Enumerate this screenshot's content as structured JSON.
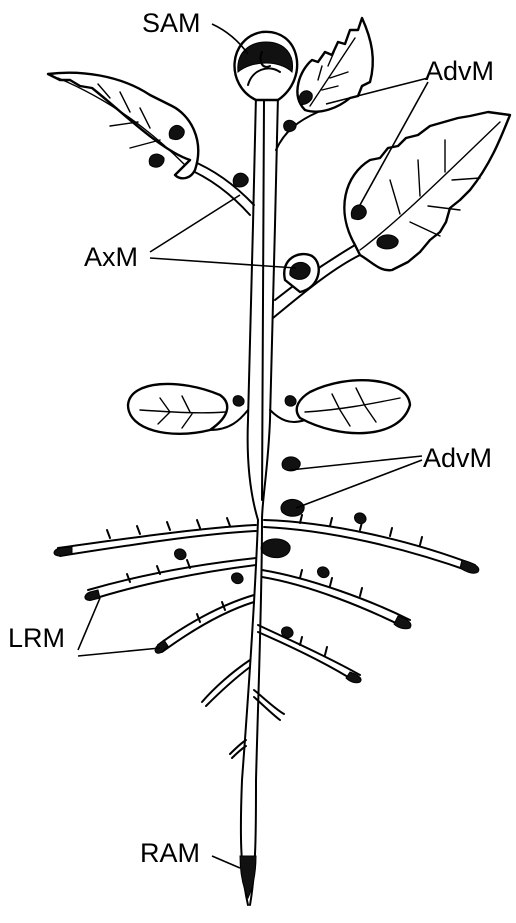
{
  "labels": {
    "sam": "SAM",
    "advm_top": "AdvM",
    "axm": "AxM",
    "advm_bottom": "AdvM",
    "lrm": "LRM",
    "ram": "RAM"
  }
}
